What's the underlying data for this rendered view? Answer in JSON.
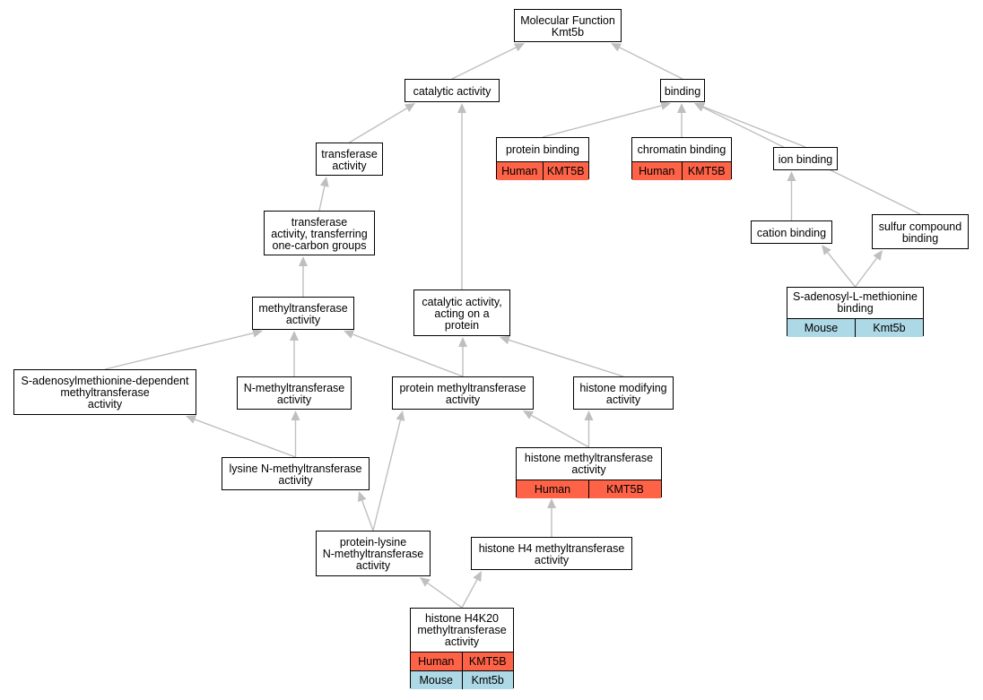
{
  "colors": {
    "human": "#FF6347",
    "mouse": "#ADD8E6",
    "edge": "#BFBFBF"
  },
  "nodes": {
    "mf": {
      "label": "Molecular Function\nKmt5b"
    },
    "cat": {
      "label": "catalytic activity"
    },
    "bind": {
      "label": "binding"
    },
    "trans": {
      "label": "transferase\nactivity"
    },
    "pb": {
      "label": "protein binding",
      "rows": [
        [
          "Human",
          "KMT5B"
        ]
      ]
    },
    "cb": {
      "label": "chromatin binding",
      "rows": [
        [
          "Human",
          "KMT5B"
        ]
      ]
    },
    "ionb": {
      "label": "ion binding"
    },
    "tone": {
      "label": "transferase\nactivity, transferring\none-carbon groups"
    },
    "catb": {
      "label": "cation binding"
    },
    "sulfur": {
      "label": "sulfur compound\nbinding"
    },
    "mt": {
      "label": "methyltransferase\nactivity"
    },
    "catprot": {
      "label": "catalytic activity,\nacting on a\nprotein"
    },
    "sam": {
      "label": "S-adenosyl-L-methionine\nbinding",
      "rows": [
        [
          "Mouse",
          "Kmt5b"
        ]
      ]
    },
    "samdep": {
      "label": "S-adenosylmethionine-dependent\nmethyltransferase\nactivity"
    },
    "nmt": {
      "label": "N-methyltransferase\nactivity"
    },
    "pmt": {
      "label": "protein methyltransferase\nactivity"
    },
    "hmod": {
      "label": "histone modifying\nactivity"
    },
    "lys": {
      "label": "lysine N-methyltransferase\nactivity"
    },
    "hmt": {
      "label": "histone methyltransferase\nactivity",
      "rows": [
        [
          "Human",
          "KMT5B"
        ]
      ]
    },
    "pln": {
      "label": "protein-lysine\nN-methyltransferase\nactivity"
    },
    "h4": {
      "label": "histone H4 methyltransferase\nactivity"
    },
    "h4k20": {
      "label": "histone H4K20\nmethyltransferase\nactivity",
      "rows": [
        [
          "Human",
          "KMT5B"
        ],
        [
          "Mouse",
          "Kmt5b"
        ]
      ]
    }
  },
  "edges": [
    [
      "cat",
      "mf"
    ],
    [
      "bind",
      "mf"
    ],
    [
      "trans",
      "cat"
    ],
    [
      "catprot",
      "cat"
    ],
    [
      "pb",
      "bind"
    ],
    [
      "cb",
      "bind"
    ],
    [
      "ionb",
      "bind"
    ],
    [
      "sulfur",
      "bind"
    ],
    [
      "tone",
      "trans"
    ],
    [
      "mt",
      "tone"
    ],
    [
      "catb",
      "ionb"
    ],
    [
      "sam",
      "catb"
    ],
    [
      "sam",
      "sulfur"
    ],
    [
      "samdep",
      "mt"
    ],
    [
      "nmt",
      "mt"
    ],
    [
      "pmt",
      "mt"
    ],
    [
      "pmt",
      "catprot"
    ],
    [
      "hmod",
      "catprot"
    ],
    [
      "lys",
      "samdep"
    ],
    [
      "lys",
      "nmt"
    ],
    [
      "hmt",
      "pmt"
    ],
    [
      "hmt",
      "hmod"
    ],
    [
      "pln",
      "lys"
    ],
    [
      "pln",
      "pmt"
    ],
    [
      "h4",
      "hmt"
    ],
    [
      "h4k20",
      "pln"
    ],
    [
      "h4k20",
      "h4"
    ]
  ]
}
